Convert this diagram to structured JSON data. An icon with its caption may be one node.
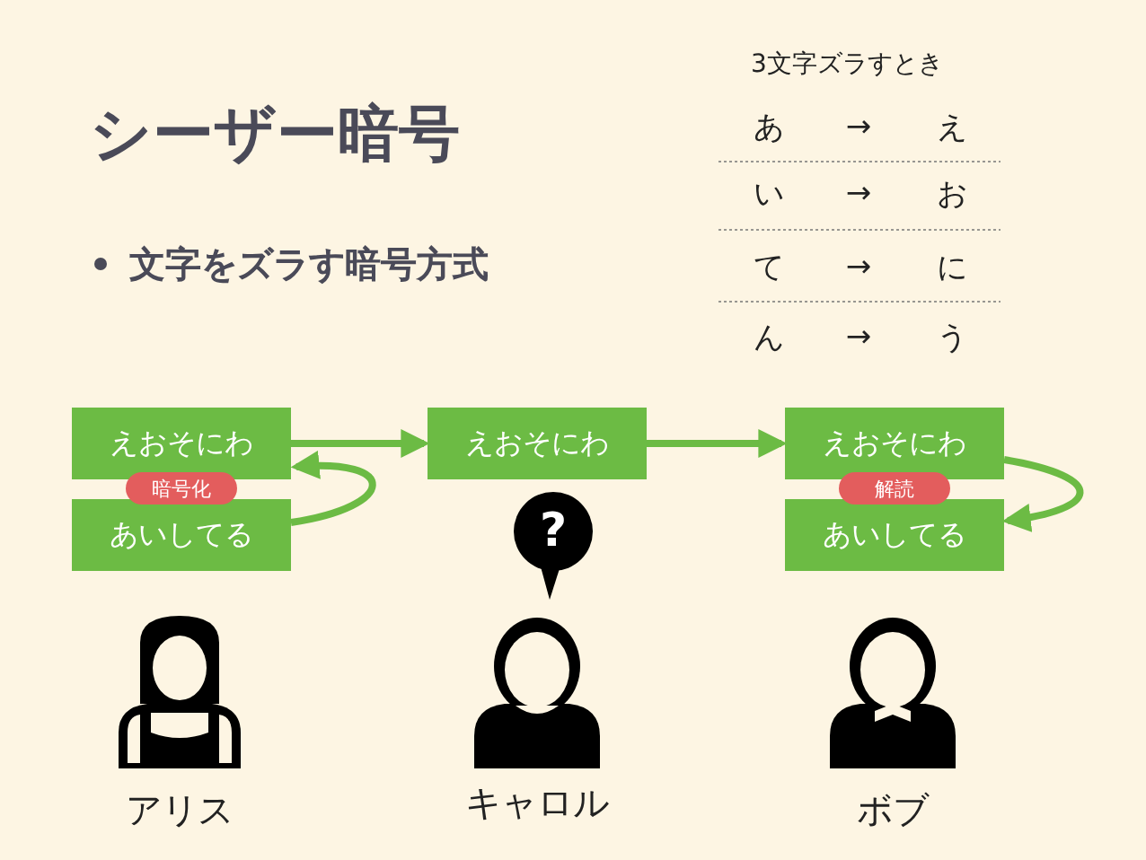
{
  "diagram": {
    "title": "シーザー暗号",
    "nodes": [
      {
        "text": [
          "えおそにわ"
        ]
      },
      {
        "text": [
          "あいしてる"
        ]
      },
      {
        "text": [
          "えおそにわ"
        ]
      },
      {
        "text": [
          "えおそにわ"
        ]
      },
      {
        "text": [
          "あいしてる"
        ]
      }
    ],
    "edges": [
      {
        "from": 1,
        "to": 0,
        "arrow": "to"
      },
      {
        "from": 0,
        "to": 2,
        "arrow": "to"
      },
      {
        "from": 2,
        "to": 3,
        "arrow": "to"
      },
      {
        "from": 3,
        "to": 4,
        "arrow": "to"
      }
    ],
    "labels": [
      "文字をズラす暗号方式",
      "3文字ズラすとき",
      "あ",
      "→",
      "え",
      "い",
      "→",
      "お",
      "て",
      "→",
      "に",
      "ん",
      "→",
      "う",
      "暗号化",
      "?",
      "解読",
      "アリス",
      "キャロル",
      "ボブ"
    ]
  }
}
